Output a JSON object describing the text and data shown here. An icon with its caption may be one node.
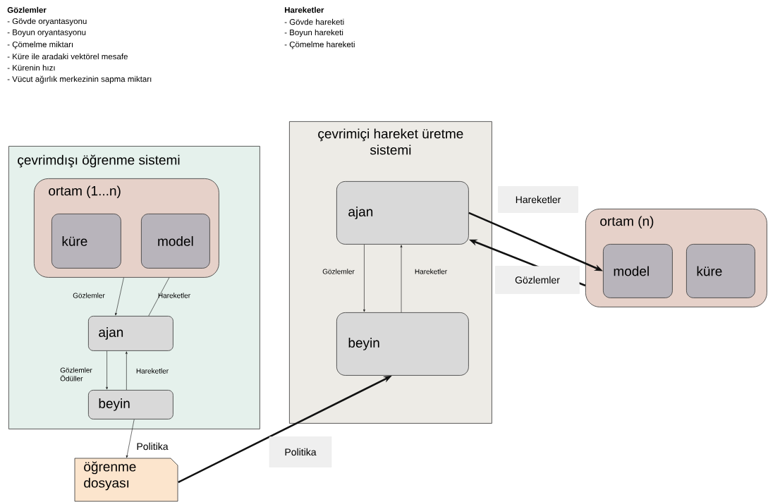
{
  "diagram": {
    "nodes": [
      {
        "text": [
          "çevrimdışı öğrenme sistemi"
        ]
      },
      {
        "text": [
          "ortam (1...n)"
        ],
        "in": 0
      },
      {
        "text": [
          "küre"
        ],
        "in": 1
      },
      {
        "text": [
          "model"
        ],
        "in": 1
      },
      {
        "text": [
          "ajan"
        ],
        "in": 0
      },
      {
        "text": [
          "beyin"
        ],
        "in": 0
      },
      {
        "text": [
          "öğrenme dosyası"
        ]
      },
      {
        "text": [
          "çevrimiçi hareket üretme sistemi"
        ]
      },
      {
        "text": [
          "ajan"
        ],
        "in": 7
      },
      {
        "text": [
          "beyin"
        ],
        "in": 7
      },
      {
        "text": [
          "ortam (n)"
        ]
      },
      {
        "text": [
          "model"
        ],
        "in": 10
      },
      {
        "text": [
          "küre"
        ],
        "in": 10
      }
    ],
    "edges": [
      {
        "from": 1,
        "to": 4,
        "arrow": "to",
        "label": "Gözlemler"
      },
      {
        "from": 4,
        "to": 1,
        "arrow": "none",
        "label": "Hareketler"
      },
      {
        "from": 4,
        "to": 5,
        "arrow": "to",
        "label": "Gözlemler Ödüller"
      },
      {
        "from": 5,
        "to": 4,
        "arrow": "to",
        "label": "Hareketler"
      },
      {
        "from": 5,
        "to": 6,
        "arrow": "to",
        "label": "Politika"
      },
      {
        "from": 6,
        "to": 9,
        "arrow": "to",
        "label": "Politika",
        "style": "thick"
      },
      {
        "from": 8,
        "to": 11,
        "arrow": "to",
        "label": "Hareketler",
        "style": "thick"
      },
      {
        "from": 10,
        "to": 8,
        "arrow": "to",
        "label": "Gözlemler",
        "style": "thick"
      },
      {
        "from": 8,
        "to": 9,
        "arrow": "to",
        "label": "Gözlemler"
      },
      {
        "from": 9,
        "to": 8,
        "arrow": "to",
        "label": "Hareketler"
      }
    ],
    "labels": [
      "Gözlemler",
      "- Gövde oryantasyonu",
      "- Boyun oryantasyonu",
      "- Çömelme miktarı",
      "- Küre ile aradaki vektörel mesafe",
      "- Kürenin hızı",
      "- Vücut ağırlık merkezinin sapma miktarı",
      "Hareketler",
      "- Gövde hareketi",
      "- Boyun hareketi",
      "- Çömelme hareketi"
    ]
  }
}
